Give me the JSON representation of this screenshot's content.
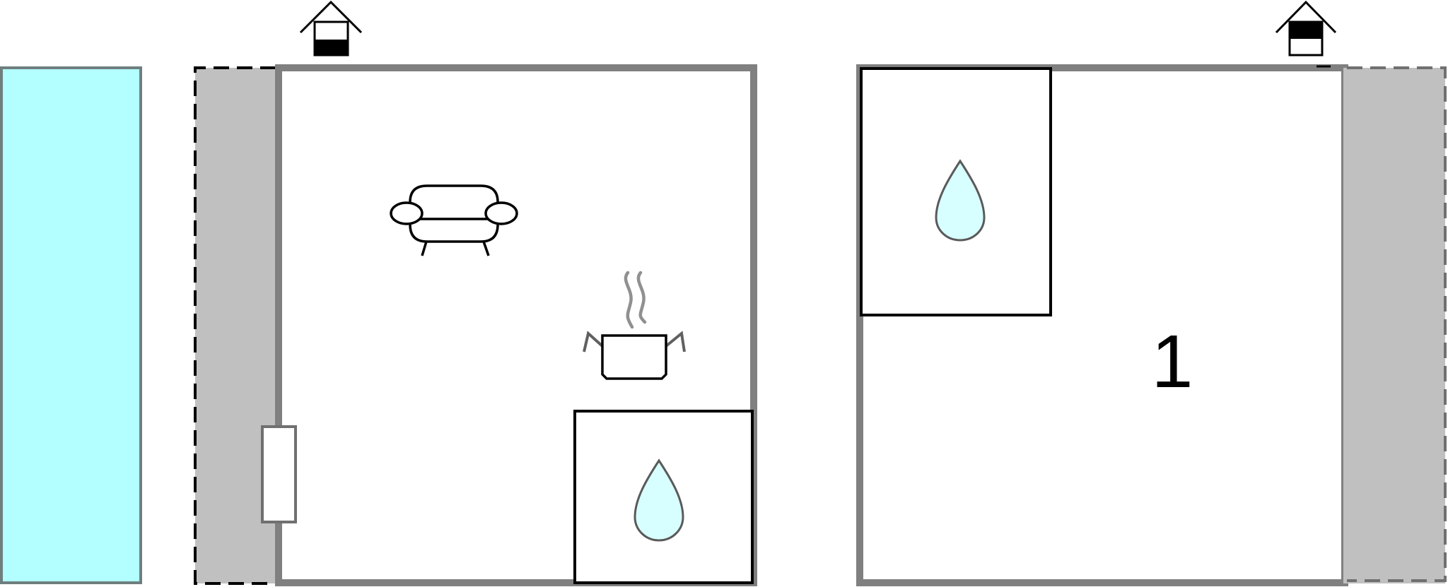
{
  "floor_plan": {
    "rooms": [
      {
        "label": "",
        "features": [
          "sofa-icon",
          "cooking-pot-icon",
          "water-drop-icon"
        ]
      },
      {
        "label": "1",
        "features": [
          "water-drop-icon"
        ]
      }
    ],
    "level_indicators": [
      {
        "icon": "floor-level-icon",
        "highlighted_floor": "lower"
      },
      {
        "icon": "floor-level-icon",
        "highlighted_floor": "upper"
      }
    ],
    "colors": {
      "pool": "#b3ffff",
      "terrace": "#c0c0c0",
      "wall": "#808080",
      "water_drop": "#d8ffff"
    }
  }
}
